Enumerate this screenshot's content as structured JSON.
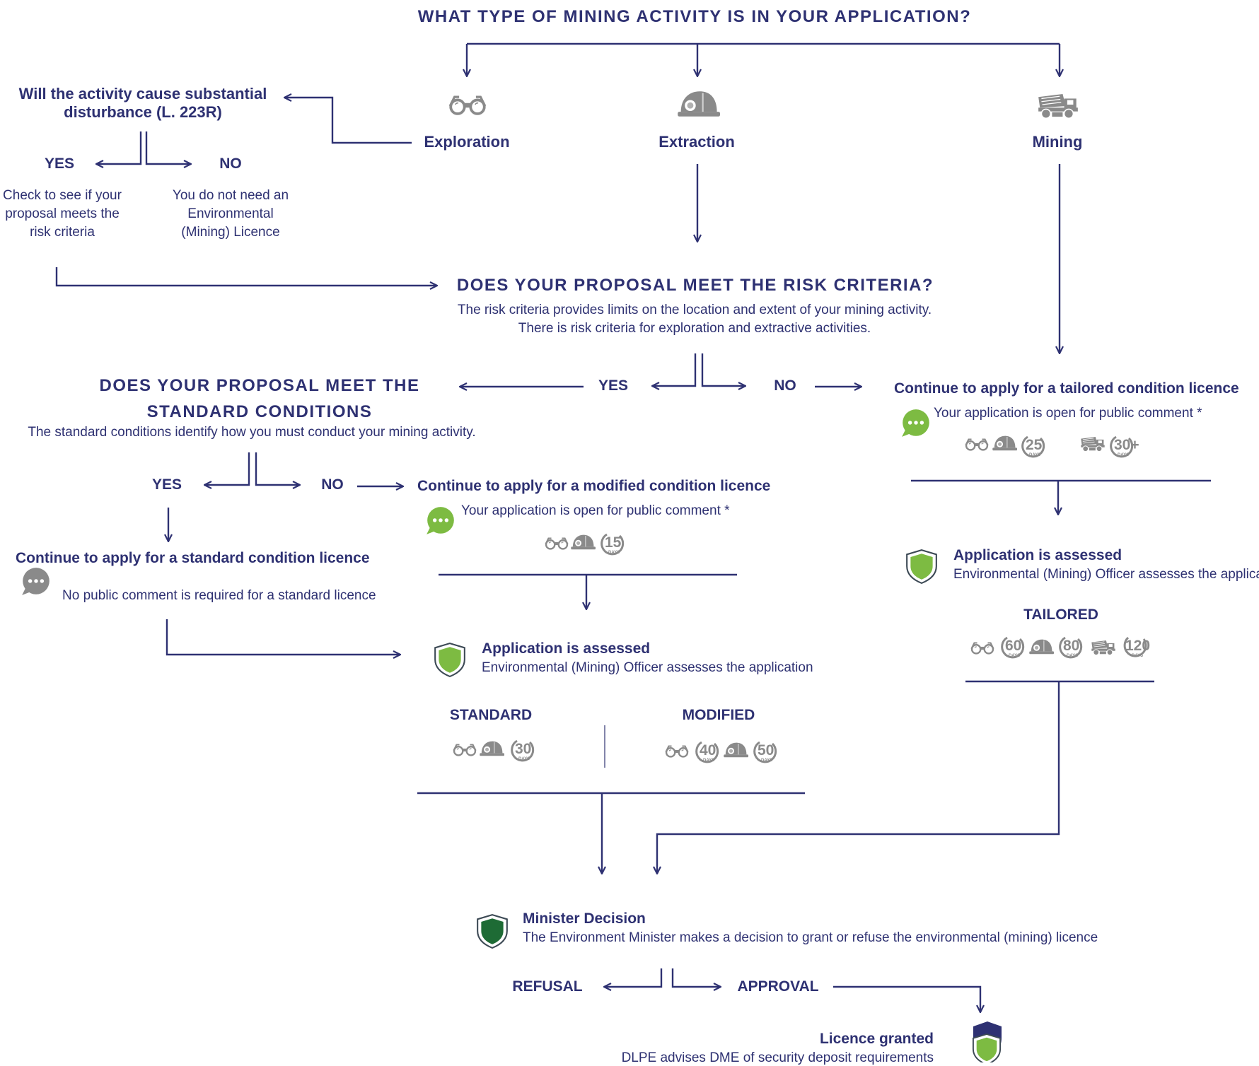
{
  "title": "WHAT TYPE OF MINING ACTIVITY IS IN YOUR APPLICATION?",
  "activities": {
    "exploration": "Exploration",
    "extraction": "Extraction",
    "mining": "Mining"
  },
  "disturbance": {
    "question_line1": "Will the activity cause substantial",
    "question_line2": "disturbance (L. 223R)",
    "yes": "YES",
    "no": "NO",
    "yes_text_1": "Check to see if your",
    "yes_text_2": "proposal meets the",
    "yes_text_3": "risk criteria",
    "no_text_1": "You do not need an",
    "no_text_2": "Environmental",
    "no_text_3": "(Mining) Licence"
  },
  "risk": {
    "heading": "DOES YOUR PROPOSAL MEET THE RISK CRITERIA?",
    "line1": "The risk criteria provides limits on the location and extent of your mining activity.",
    "line2": "There is risk criteria for exploration and extractive activities.",
    "yes": "YES",
    "no": "NO"
  },
  "standard_conditions": {
    "heading_line1": "DOES YOUR PROPOSAL MEET THE",
    "heading_line2": "STANDARD CONDITIONS",
    "description": "The standard conditions identify how you must conduct your mining activity.",
    "yes": "YES",
    "no": "NO"
  },
  "modified": {
    "heading": "Continue to apply for a modified condition licence",
    "comment": "Your application is open for public comment *",
    "days": "15",
    "days_unit": "DAYS"
  },
  "standard_licence": {
    "heading": "Continue to apply for a standard condition licence",
    "comment": "No public comment is required for a standard licence"
  },
  "tailored": {
    "heading": "Continue to apply for a tailored condition licence",
    "comment": "Your application is open for public comment *",
    "days_a": "25",
    "days_b": "30+",
    "days_unit": "DAYS"
  },
  "assessed_left": {
    "heading": "Application is assessed",
    "text": "Environmental (Mining) Officer assesses the application",
    "standard_label": "STANDARD",
    "modified_label": "MODIFIED",
    "standard_days": "30",
    "modified_days_a": "40",
    "modified_days_b": "50",
    "days_unit": "DAYS"
  },
  "assessed_right": {
    "heading": "Application is assessed",
    "text": "Environmental (Mining) Officer assesses the application",
    "tailored_label": "TAILORED",
    "days_a": "60",
    "days_b": "80",
    "days_c": "120",
    "days_unit": "DAYS"
  },
  "minister": {
    "heading": "Minister Decision",
    "text": "The Environment Minister makes a decision to grant or refuse the environmental (mining) licence",
    "refusal": "REFUSAL",
    "approval": "APPROVAL"
  },
  "granted": {
    "heading": "Licence granted",
    "text": "DLPE advises DME of security deposit requirements"
  },
  "colors": {
    "navy": "#2e3172",
    "green": "#7dbb42",
    "dark_green": "#1e6b35",
    "grey": "#8a8a8a"
  },
  "icons": [
    "binoculars-icon",
    "hard-hat-icon",
    "haul-truck-icon",
    "speech-bubble-icon",
    "shield-icon",
    "double-shield-icon",
    "days-clock-icon"
  ]
}
